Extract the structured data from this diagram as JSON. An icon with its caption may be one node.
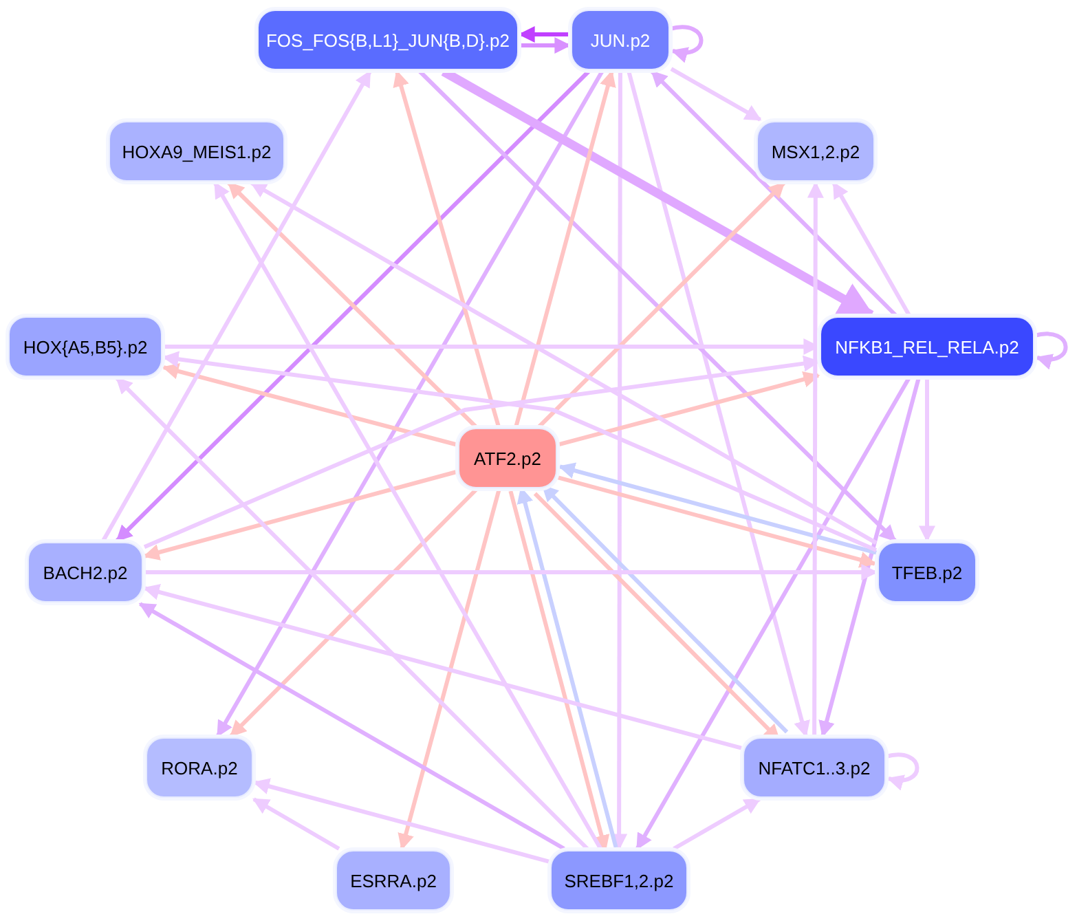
{
  "diagram": {
    "nodes": [
      {
        "text": [
          "FOS_FOS{B,L1}_JUN{B,D}.p2"
        ]
      },
      {
        "text": [
          "JUN.p2"
        ]
      },
      {
        "text": [
          "HOXA9_MEIS1.p2"
        ]
      },
      {
        "text": [
          "MSX1,2.p2"
        ]
      },
      {
        "text": [
          "HOX{A5,B5}.p2"
        ]
      },
      {
        "text": [
          "NFKB1_REL_RELA.p2"
        ]
      },
      {
        "text": [
          "ATF2.p2"
        ]
      },
      {
        "text": [
          "BACH2.p2"
        ]
      },
      {
        "text": [
          "TFEB.p2"
        ]
      },
      {
        "text": [
          "RORA.p2"
        ]
      },
      {
        "text": [
          "NFATC1..3.p2"
        ]
      },
      {
        "text": [
          "ESRRA.p2"
        ]
      },
      {
        "text": [
          "SREBF1,2.p2"
        ]
      }
    ],
    "edges": [
      {
        "from": 1,
        "to": 0,
        "arrow": "to",
        "color": "#c040ff"
      },
      {
        "from": 0,
        "to": 1,
        "arrow": "to",
        "color": "#d890ff"
      },
      {
        "from": 1,
        "to": 1,
        "arrow": "to",
        "color": "#e0a8ff"
      },
      {
        "from": 1,
        "to": 3,
        "arrow": "to"
      },
      {
        "from": 1,
        "to": 7,
        "arrow": "to",
        "color": "#d48cff"
      },
      {
        "from": 1,
        "to": 9,
        "arrow": "to",
        "color": "#e0b0ff"
      },
      {
        "from": 1,
        "to": 10,
        "arrow": "to"
      },
      {
        "from": 1,
        "to": 12,
        "arrow": "to"
      },
      {
        "from": 0,
        "to": 5,
        "arrow": "to",
        "style": "thick",
        "color": "#e0a8ff"
      },
      {
        "from": 0,
        "to": 8,
        "arrow": "to",
        "color": "#e0b0ff"
      },
      {
        "from": 5,
        "to": 1,
        "arrow": "to",
        "color": "#e0b0ff"
      },
      {
        "from": 5,
        "to": 5,
        "arrow": "to",
        "color": "#e0b0ff"
      },
      {
        "from": 5,
        "to": 3,
        "arrow": "to"
      },
      {
        "from": 5,
        "to": 8,
        "arrow": "to"
      },
      {
        "from": 5,
        "to": 10,
        "arrow": "to",
        "color": "#e0b0ff"
      },
      {
        "from": 5,
        "to": 12,
        "arrow": "to",
        "color": "#e0b0ff"
      },
      {
        "from": 6,
        "to": 0,
        "arrow": "to",
        "color": "#ffc4c4"
      },
      {
        "from": 6,
        "to": 1,
        "arrow": "to",
        "color": "#ffc4c4"
      },
      {
        "from": 6,
        "to": 2,
        "arrow": "to",
        "color": "#ffc4c4"
      },
      {
        "from": 6,
        "to": 3,
        "arrow": "to",
        "color": "#ffc4c4"
      },
      {
        "from": 6,
        "to": 4,
        "arrow": "to",
        "color": "#ffc4c4"
      },
      {
        "from": 6,
        "to": 5,
        "arrow": "to",
        "color": "#ffc4c4"
      },
      {
        "from": 6,
        "to": 7,
        "arrow": "to",
        "color": "#ffc4c4"
      },
      {
        "from": 6,
        "to": 8,
        "arrow": "to",
        "color": "#ffc4c4"
      },
      {
        "from": 6,
        "to": 9,
        "arrow": "to",
        "color": "#ffc4c4"
      },
      {
        "from": 6,
        "to": 10,
        "arrow": "to",
        "color": "#ffc4c4"
      },
      {
        "from": 6,
        "to": 11,
        "arrow": "to",
        "color": "#ffc4c4"
      },
      {
        "from": 6,
        "to": 12,
        "arrow": "to",
        "color": "#ffc4c4"
      },
      {
        "from": 8,
        "to": 6,
        "arrow": "to",
        "color": "#c8d0ff"
      },
      {
        "from": 10,
        "to": 6,
        "arrow": "to",
        "color": "#c8d0ff"
      },
      {
        "from": 12,
        "to": 6,
        "arrow": "to",
        "color": "#c8d0ff"
      },
      {
        "from": 7,
        "to": 0,
        "arrow": "to"
      },
      {
        "from": 7,
        "to": 8,
        "arrow": "to"
      },
      {
        "from": 7,
        "to": 5,
        "arrow": "to"
      },
      {
        "from": 4,
        "to": 5,
        "arrow": "to"
      },
      {
        "from": 8,
        "to": 4,
        "arrow": "to"
      },
      {
        "from": 8,
        "to": 2,
        "arrow": "to"
      },
      {
        "from": 12,
        "to": 2,
        "arrow": "to"
      },
      {
        "from": 12,
        "to": 4,
        "arrow": "to"
      },
      {
        "from": 10,
        "to": 7,
        "arrow": "to"
      },
      {
        "from": 12,
        "to": 7,
        "arrow": "to",
        "color": "#e0b0ff"
      },
      {
        "from": 11,
        "to": 9,
        "arrow": "to"
      },
      {
        "from": 12,
        "to": 9,
        "arrow": "to"
      },
      {
        "from": 10,
        "to": 3,
        "arrow": "to"
      },
      {
        "from": 10,
        "to": 10,
        "arrow": "to"
      },
      {
        "from": 12,
        "to": 10,
        "arrow": "to"
      }
    ]
  }
}
